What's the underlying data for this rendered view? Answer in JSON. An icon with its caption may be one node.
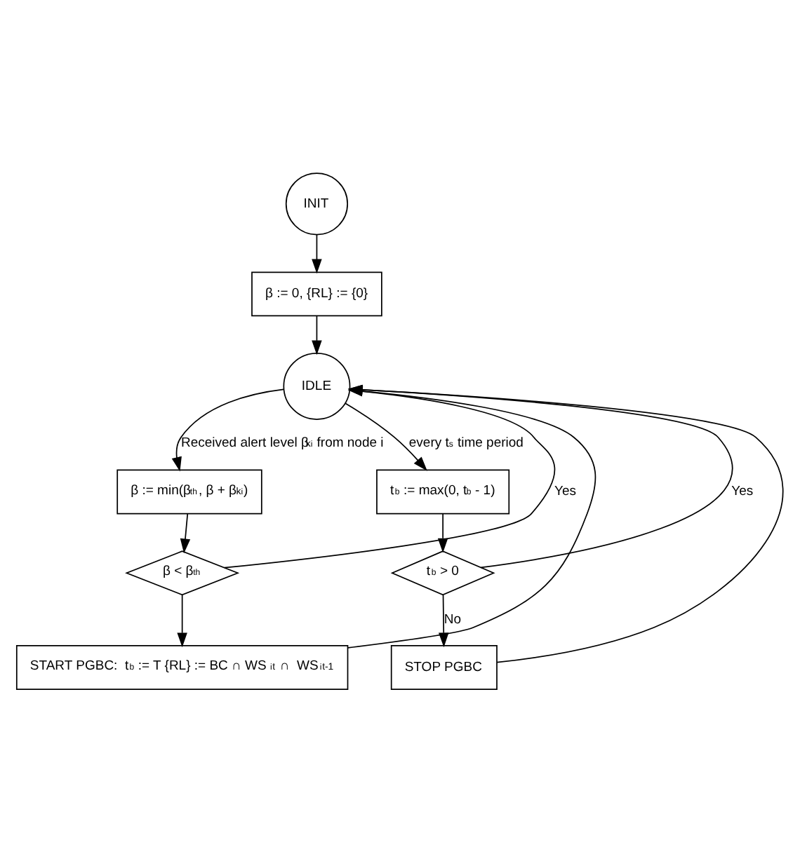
{
  "diagram": {
    "nodes": [
      {
        "text": [
          "INIT"
        ]
      },
      {
        "text": [
          "β := 0, {RL} := {0}"
        ]
      },
      {
        "text": [
          "IDLE"
        ]
      },
      {
        "text": [
          "β := min(β$_{th}$, β + β$^{k}$$_{i}$)"
        ]
      },
      {
        "text": [
          "β < β$_{th}$"
        ]
      },
      {
        "text": [
          "START PGBC:  t$_{b}$ := T {RL} := BC ∩ WS$_{i}$$^{t}$ ∩  WS$_{i}$$^{t-1}$"
        ]
      },
      {
        "text": [
          "t$_{b}$ := max(0, t$_{b}$ - 1)"
        ]
      },
      {
        "text": [
          "t$_{b}$ > 0"
        ]
      },
      {
        "text": [
          "STOP PGBC"
        ]
      }
    ],
    "edges": [
      {
        "from": 0,
        "to": 1,
        "arrow": "to"
      },
      {
        "from": 1,
        "to": 2,
        "arrow": "to"
      },
      {
        "from": 2,
        "to": 3,
        "arrow": "to",
        "label": "Received alert level β$^{k}$$_{i}$ from node i"
      },
      {
        "from": 2,
        "to": 6,
        "arrow": "to",
        "label": "every t$_{s}$ time period"
      },
      {
        "from": 3,
        "to": 4,
        "arrow": "to"
      },
      {
        "from": 4,
        "to": 2,
        "arrow": "to",
        "label": "Yes"
      },
      {
        "from": 4,
        "to": 5,
        "arrow": "to"
      },
      {
        "from": 5,
        "to": 2,
        "arrow": "to"
      },
      {
        "from": 6,
        "to": 7,
        "arrow": "to"
      },
      {
        "from": 7,
        "to": 2,
        "arrow": "to",
        "label": "Yes"
      },
      {
        "from": 7,
        "to": 8,
        "arrow": "to",
        "label": "No"
      },
      {
        "from": 8,
        "to": 2,
        "arrow": "to"
      }
    ]
  }
}
